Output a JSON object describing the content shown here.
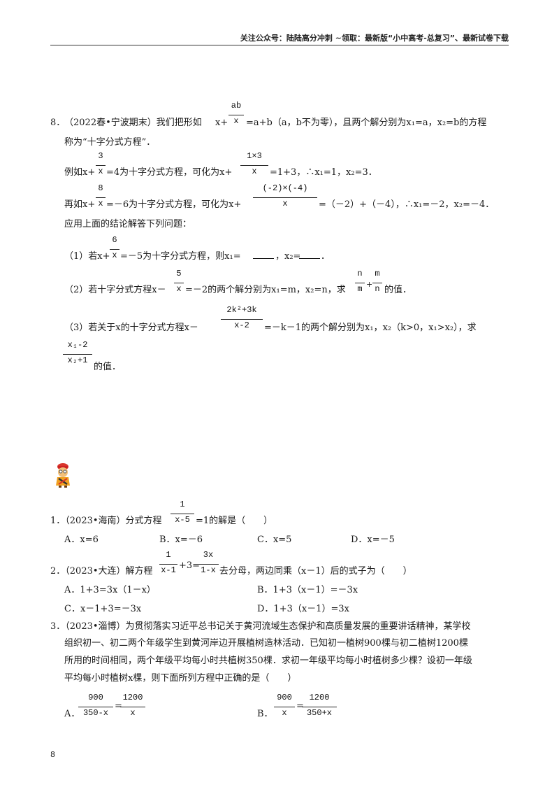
{
  "header": {
    "text": "关注公众号：陆陆高分冲刺 ~领取：最新版“小中高考-总复习”、最新试卷下载"
  },
  "q8": {
    "num": "8．",
    "line1a": "（2022春•宁波期末）我们把形如",
    "x_plus": "x+",
    "f_ab_n": "ab",
    "f_ab_d": "x",
    "line1b": "=a+b（a，b不为零），且两个解分别为x₁=a，x₂=b的方程",
    "line2": "称为“十字分式方程”．",
    "ex1a": "例如x+",
    "f_ex1_n": "3",
    "f_ex1_d": "x",
    "ex1b": "=4为十字分式方程，可化为x+",
    "f_ex1b_n": "1×3",
    "f_ex1b_d": "x",
    "ex1c": "=1+3，∴x₁=1，x₂=3．",
    "ex2a": "再如x+",
    "f_ex2_n": "8",
    "f_ex2_d": "x",
    "ex2b": "=－6为十字分式方程，可化为x+",
    "f_ex2b_n": "(-2)×(-4)",
    "f_ex2b_d": "x",
    "ex2c": "=（－2）+（－4），∴x₁=－2，x₂=－4．",
    "apply": "应用上面的结论解答下列问题：",
    "p1a": "（1）若x+",
    "f_p1_n": "6",
    "f_p1_d": "x",
    "p1b": "=－5为十字分式方程，则x₁=",
    "p1c": "，x₂=",
    "p1d": "．",
    "p2a": "（2）若十字分式方程x－",
    "f_p2_n": "5",
    "f_p2_d": "x",
    "p2b": "=－2的两个解分别为x₁=m，x₂=n，求",
    "f_p2b_n": "n",
    "f_p2b_d": "m",
    "p2_plus": "+",
    "f_p2c_n": "m",
    "f_p2c_d": "n",
    "p2c": "的值．",
    "p3a": "（3）若关于x的十字分式方程x－",
    "f_p3_n": "2k²+3k",
    "f_p3_d": "x-2",
    "p3b": "=－k－1的两个解分别为x₁，x₂（k>0，x₁>x₂），求",
    "f_p3b_n": "x₁-2",
    "f_p3b_d": "x₂+1",
    "p3c": "的值．"
  },
  "q1": {
    "stem_a": "1．（2023•海南）分式方程",
    "f_n": "1",
    "f_d": "x-5",
    "stem_b": "=1的解是（　　）",
    "A": "A．x=6",
    "B": "B．x=－6",
    "C": "C．x=5",
    "D": "D．x=－5"
  },
  "q2": {
    "stem_a": "2．（2023•大连）解方程",
    "f1_n": "1",
    "f1_d": "x-1",
    "mid": "+3=",
    "f2_n": "3x",
    "f2_d": "1-x",
    "stem_b": "去分母，两边同乘（x－1）后的式子为（　　）",
    "A": "A．1+3=3x（1－x）",
    "B": "B．1+3（x－1）=－3x",
    "C": "C．x－1+3=－3x",
    "D": "D．1+3（x－1）=3x"
  },
  "q3": {
    "line1": "3．（2023•淄博）为贯彻落实习近平总书记关于黄河流域生态保护和高质量发展的重要讲话精神，某学校",
    "line2": "组织初一、初二两个年级学生到黄河岸边开展植树造林活动．已知初一植树900棵与初二植树1200棵",
    "line3": "所用的时间相同，两个年级平均每小时共植树350棵．求初一年级平均每小时植树多少棵？设初一年级",
    "line4": "平均每小时植树x棵，则下面所列方程中正确的是（　　）",
    "A_label": "A．",
    "A_f1_n": "900",
    "A_f1_d": "350-x",
    "A_eq": "=",
    "A_f2_n": "1200",
    "A_f2_d": "x",
    "B_label": "B．",
    "B_f1_n": "900",
    "B_f1_d": "x",
    "B_eq": "=",
    "B_f2_n": "1200",
    "B_f2_d": "350+x"
  },
  "page_number": "8"
}
